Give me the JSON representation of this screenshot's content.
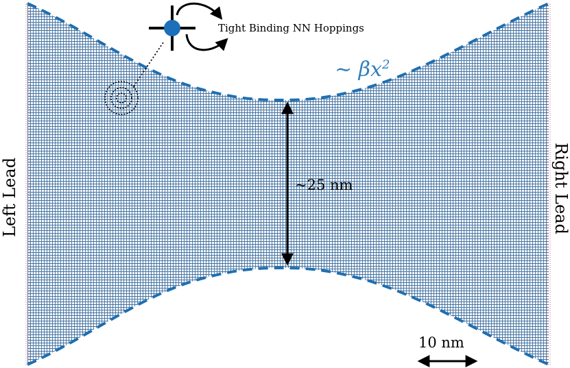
{
  "labels": {
    "left_lead": "Left Lead",
    "right_lead": "Right Lead",
    "constriction_width": "~25 nm",
    "hopping": "Tight Binding NN Hoppings",
    "profile_prefix": "~ βx",
    "profile_exponent": "2",
    "scale_bar": "10 nm"
  },
  "colors": {
    "lattice": "#3f6f9f",
    "boundary": "#1f6fb0",
    "site": "#1c6fb8",
    "lead": "#e04040",
    "text": "#000000",
    "profile_text": "#2f7fc0"
  },
  "icons": {
    "site": "lattice-site-icon",
    "hopping_arrow": "curved-arrow-icon",
    "zoom_circle": "concentric-circles-icon"
  }
}
